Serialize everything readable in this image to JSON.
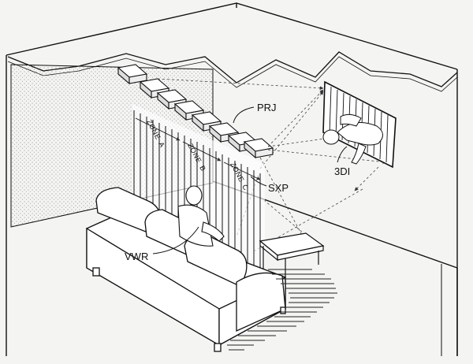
{
  "labels": {
    "projector": "PRJ",
    "display_3d": "3DI",
    "screen": "SXP",
    "viewer": "VWR"
  },
  "zones": [
    {
      "word": "ZONE",
      "letter": "A"
    },
    {
      "word": "ZONE",
      "letter": "B"
    },
    {
      "word": "ZONE",
      "letter": "C"
    }
  ],
  "colors": {
    "line": "#111111",
    "paper": "#f4f4f2",
    "wall_texture": "#8a8a8a",
    "ray": "#444444"
  }
}
